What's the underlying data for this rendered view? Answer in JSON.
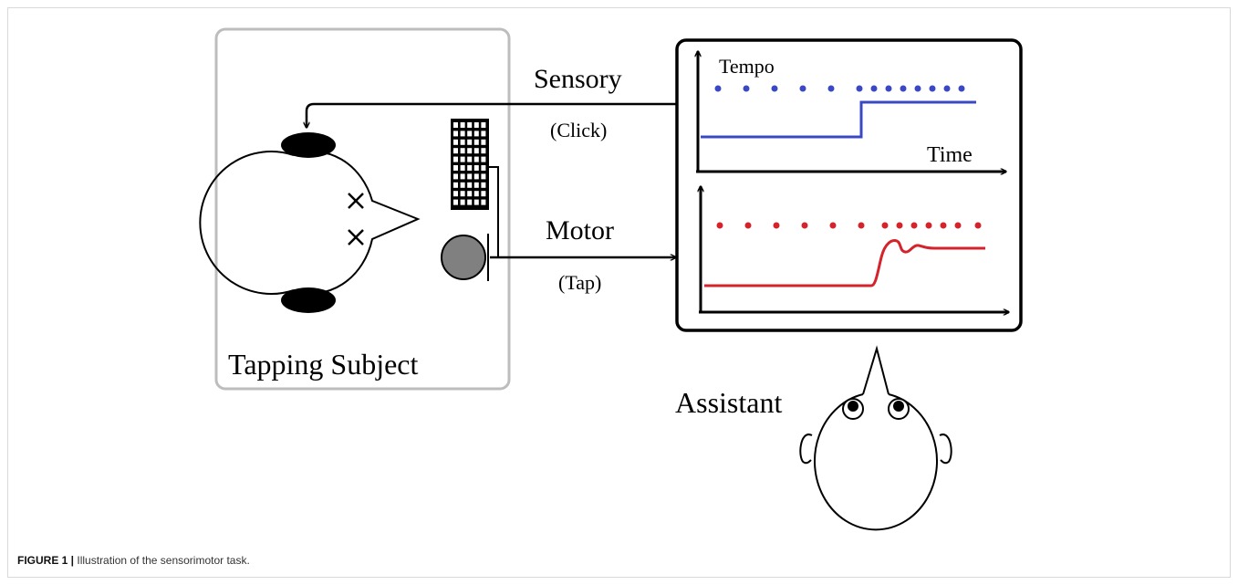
{
  "diagram": {
    "subject_box": {
      "label": "Tapping Subject"
    },
    "sensory": {
      "label": "Sensory",
      "sublabel": "(Click)"
    },
    "motor": {
      "label": "Motor",
      "sublabel": "(Tap)"
    },
    "monitor": {
      "top_plot": {
        "y_label": "Tempo",
        "x_label": "Time",
        "color": "#3b48c4"
      },
      "bottom_plot": {
        "color": "#d4232b"
      }
    },
    "assistant": {
      "label": "Assistant"
    }
  },
  "caption": {
    "figure_label": "FIGURE 1 |",
    "text": "Illustration of the sensorimotor task."
  }
}
